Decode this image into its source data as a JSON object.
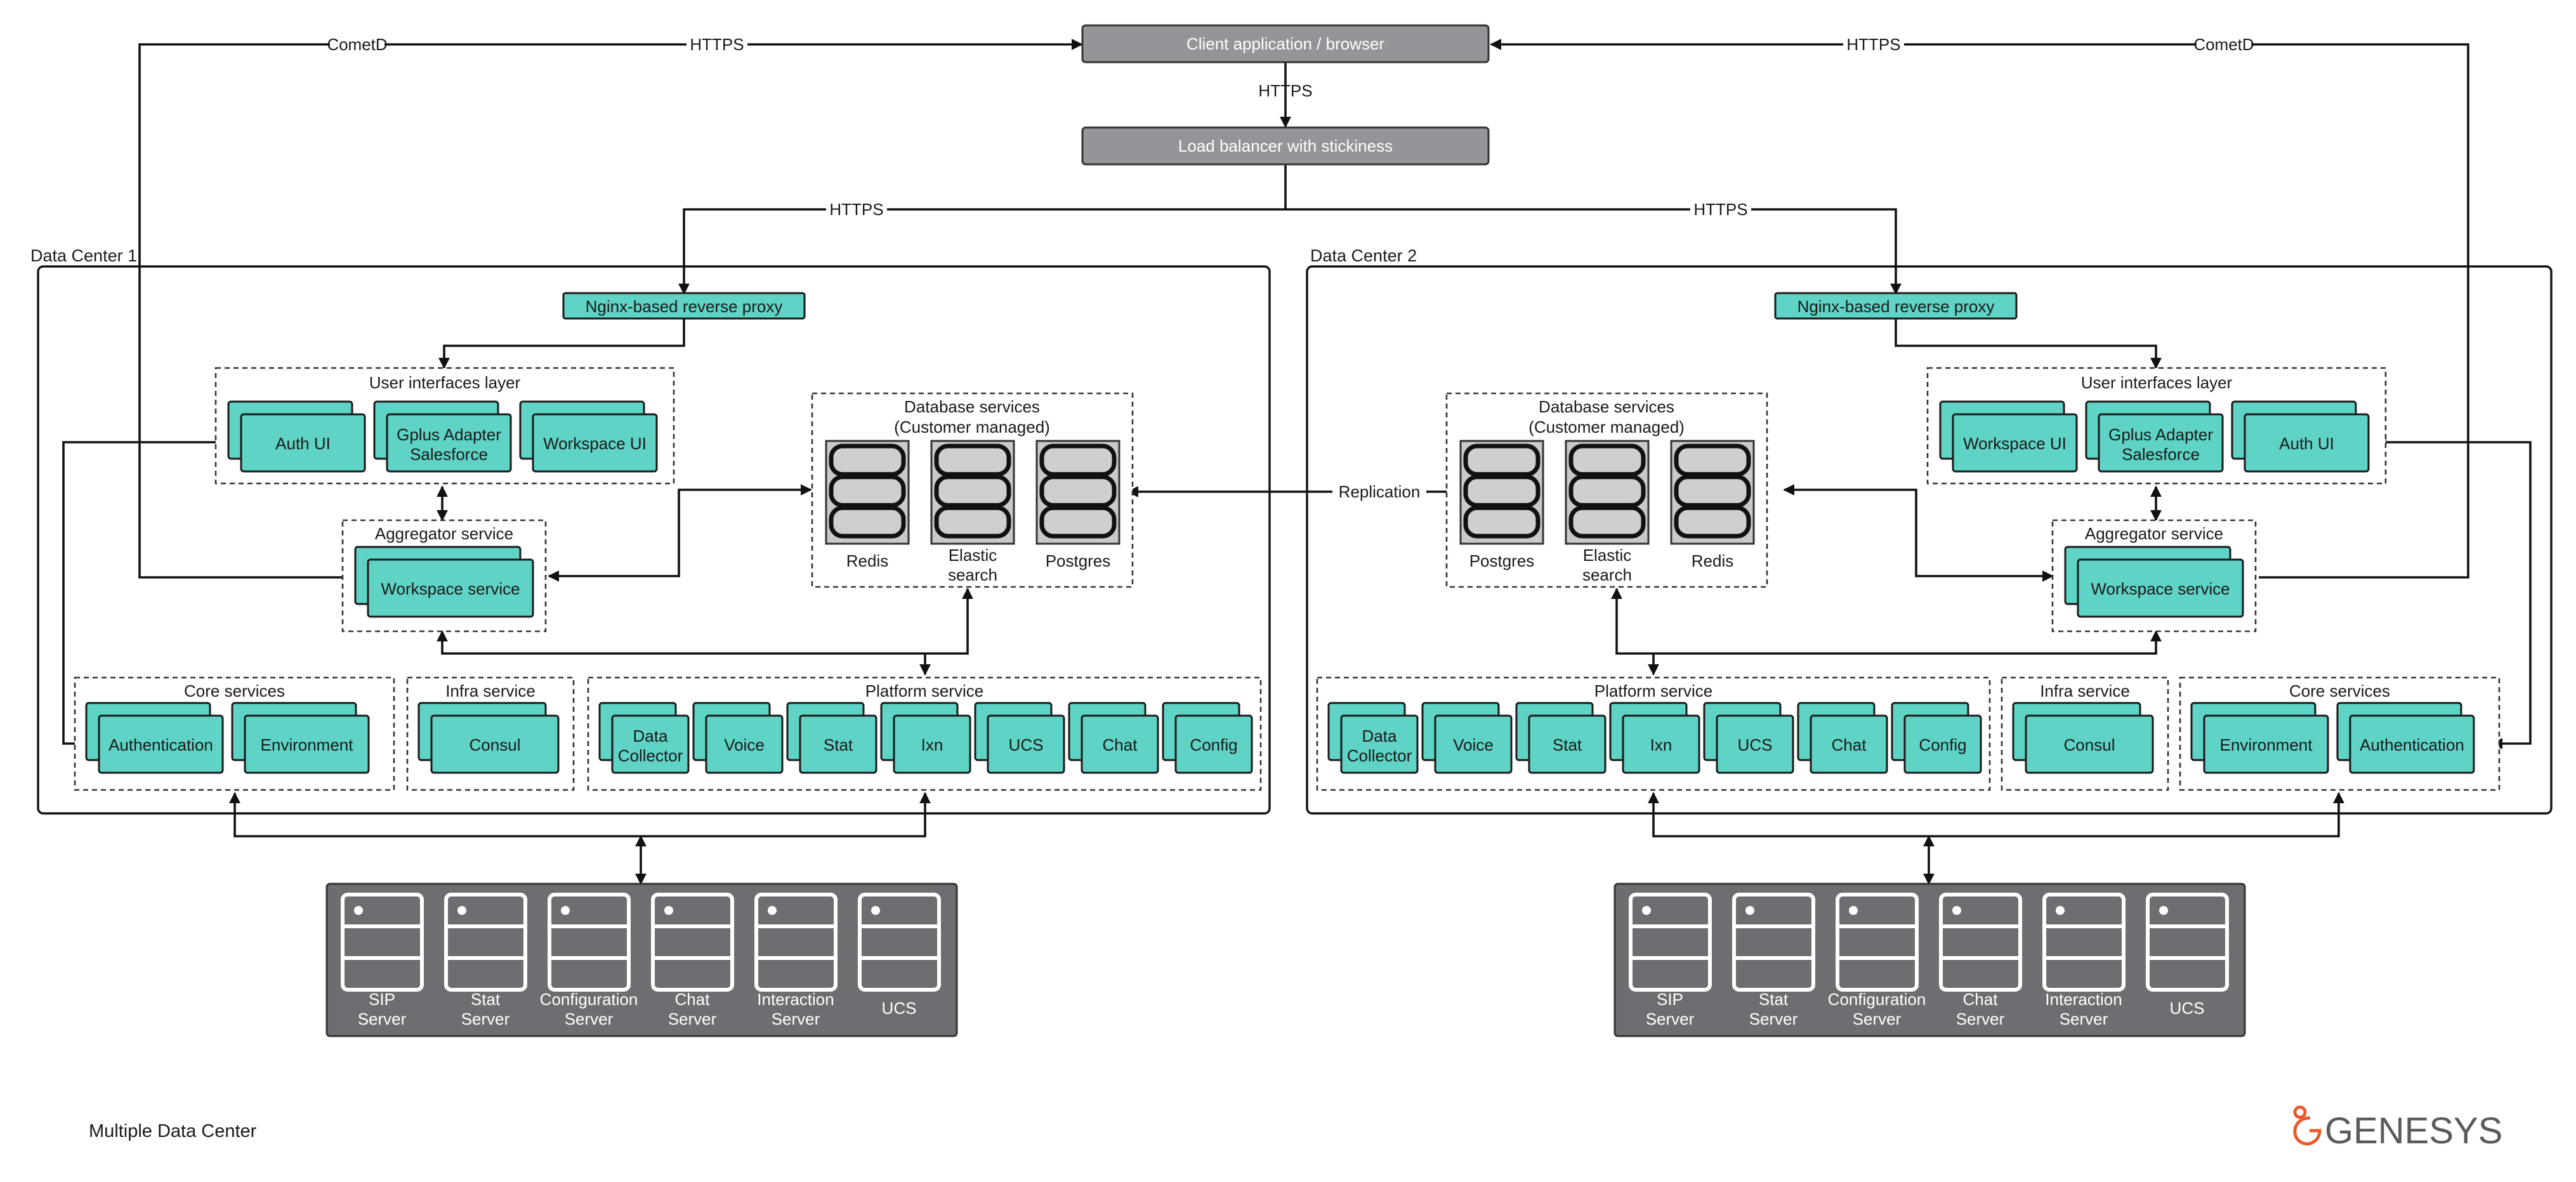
{
  "top": {
    "client": "Client application / browser",
    "load_balancer": "Load balancer with stickiness",
    "https_center": "HTTPS",
    "cometd_left": "CometD",
    "https_left_top": "HTTPS",
    "https_right_top": "HTTPS",
    "cometd_right": "CometD",
    "https_dc1": "HTTPS",
    "https_dc2": "HTTPS"
  },
  "replication": "Replication",
  "footer": {
    "caption": "Multiple Data Center",
    "logo": "GENESYS",
    "logo_color": "#ea5a2b"
  },
  "dc1": {
    "title": "Data Center 1",
    "nginx": "Nginx-based reverse proxy",
    "ui_layer": {
      "title": "User interfaces layer",
      "items": [
        {
          "line1": "Auth UI",
          "line2": ""
        },
        {
          "line1": "Gplus Adapter",
          "line2": "Salesforce"
        },
        {
          "line1": "Workspace UI",
          "line2": ""
        }
      ]
    },
    "aggregator": {
      "title": "Aggregator service",
      "item": "Workspace service"
    },
    "database": {
      "title_line1": "Database services",
      "title_line2": "(Customer managed)",
      "items": [
        {
          "line1": "Redis",
          "line2": ""
        },
        {
          "line1": "Elastic",
          "line2": "search"
        },
        {
          "line1": "Postgres",
          "line2": ""
        }
      ]
    },
    "core": {
      "title": "Core services",
      "items": [
        "Authentication",
        "Environment"
      ]
    },
    "infra": {
      "title": "Infra service",
      "items": [
        "Consul"
      ]
    },
    "platform": {
      "title": "Platform service",
      "items": [
        {
          "line1": "Data",
          "line2": "Collector"
        },
        {
          "line1": "Voice",
          "line2": ""
        },
        {
          "line1": "Stat",
          "line2": ""
        },
        {
          "line1": "Ixn",
          "line2": ""
        },
        {
          "line1": "UCS",
          "line2": ""
        },
        {
          "line1": "Chat",
          "line2": ""
        },
        {
          "line1": "Config",
          "line2": ""
        }
      ]
    },
    "servers": [
      {
        "line1": "SIP",
        "line2": "Server"
      },
      {
        "line1": "Stat",
        "line2": "Server"
      },
      {
        "line1": "Configuration",
        "line2": "Server"
      },
      {
        "line1": "Chat",
        "line2": "Server"
      },
      {
        "line1": "Interaction",
        "line2": "Server"
      },
      {
        "line1": "UCS",
        "line2": ""
      }
    ]
  },
  "dc2": {
    "title": "Data Center 2",
    "nginx": "Nginx-based reverse proxy",
    "ui_layer": {
      "title": "User interfaces layer",
      "items": [
        {
          "line1": "Workspace UI",
          "line2": ""
        },
        {
          "line1": "Gplus Adapter",
          "line2": "Salesforce"
        },
        {
          "line1": "Auth UI",
          "line2": ""
        }
      ]
    },
    "aggregator": {
      "title": "Aggregator service",
      "item": "Workspace service"
    },
    "database": {
      "title_line1": "Database services",
      "title_line2": "(Customer managed)",
      "items": [
        {
          "line1": "Postgres",
          "line2": ""
        },
        {
          "line1": "Elastic",
          "line2": "search"
        },
        {
          "line1": "Redis",
          "line2": ""
        }
      ]
    },
    "core": {
      "title": "Core services",
      "items": [
        "Environment",
        "Authentication"
      ]
    },
    "infra": {
      "title": "Infra service",
      "items": [
        "Consul"
      ]
    },
    "platform": {
      "title": "Platform service",
      "items": [
        {
          "line1": "Data",
          "line2": "Collector"
        },
        {
          "line1": "Voice",
          "line2": ""
        },
        {
          "line1": "Stat",
          "line2": ""
        },
        {
          "line1": "Ixn",
          "line2": ""
        },
        {
          "line1": "UCS",
          "line2": ""
        },
        {
          "line1": "Chat",
          "line2": ""
        },
        {
          "line1": "Config",
          "line2": ""
        }
      ]
    },
    "servers": [
      {
        "line1": "SIP",
        "line2": "Server"
      },
      {
        "line1": "Stat",
        "line2": "Server"
      },
      {
        "line1": "Configuration",
        "line2": "Server"
      },
      {
        "line1": "Chat",
        "line2": "Server"
      },
      {
        "line1": "Interaction",
        "line2": "Server"
      },
      {
        "line1": "UCS",
        "line2": ""
      }
    ]
  }
}
